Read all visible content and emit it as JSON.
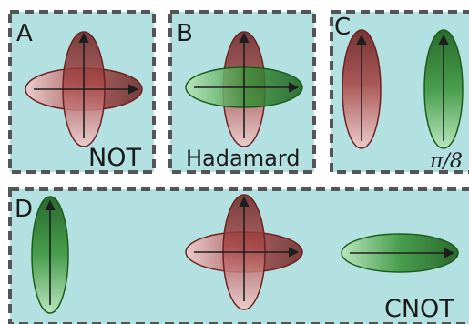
{
  "panels": {
    "a": {
      "letter": "A",
      "gate": "NOT"
    },
    "b": {
      "letter": "B",
      "gate": "Hadamard"
    },
    "c": {
      "letter": "C",
      "gate": "π/8"
    },
    "d": {
      "letter": "D",
      "gate": "CNOT"
    }
  },
  "colors": {
    "panel_fill": "#b3e0e0",
    "border": "#555555",
    "red_light": "#f2c4c4",
    "red_dark": "#7a2a2a",
    "green_light": "#b4e2b4",
    "green_dark": "#1f6b1f",
    "arrow": "#1e1e1e"
  }
}
